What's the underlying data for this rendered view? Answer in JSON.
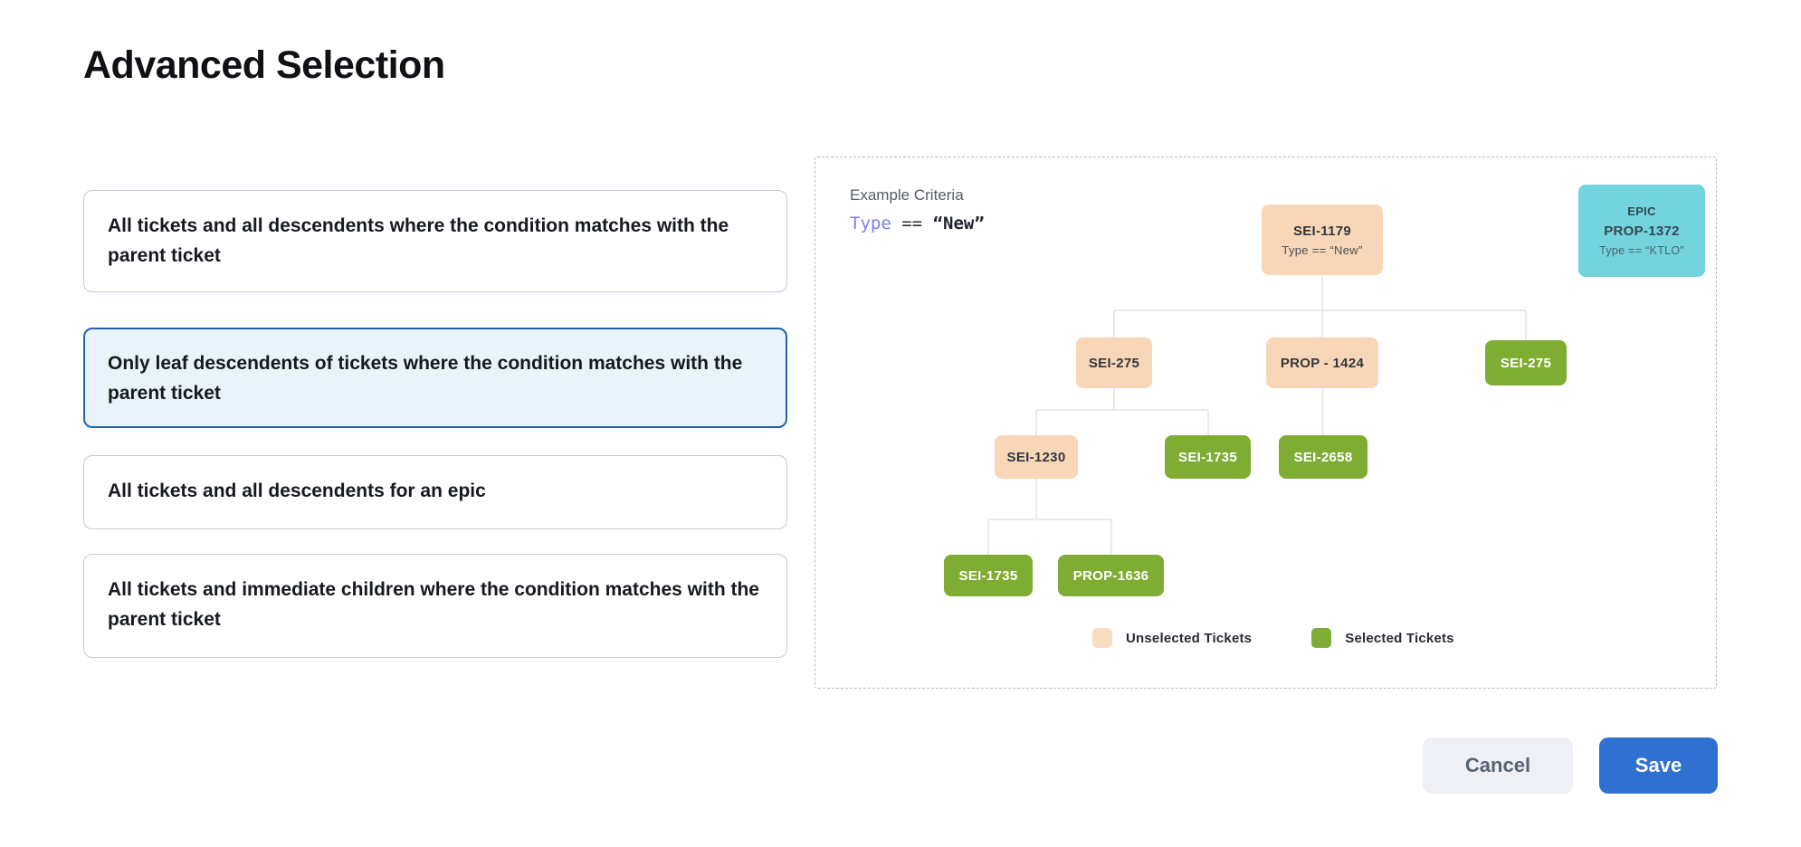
{
  "page": {
    "title": "Advanced Selection"
  },
  "options": [
    {
      "label": "All tickets and all descendents where the condition matches with the parent ticket",
      "selected": false
    },
    {
      "label": "Only leaf descendents of tickets where the condition matches with the parent ticket",
      "selected": true
    },
    {
      "label": "All tickets and all descendents for an epic",
      "selected": false
    },
    {
      "label": "All tickets and immediate children where the condition matches with the parent ticket",
      "selected": false
    }
  ],
  "example_panel": {
    "label": "Example Criteria",
    "criteria": {
      "field": "Type",
      "operator": "==",
      "value": "“New”"
    },
    "epic_card": {
      "tag": "EPIC",
      "id": "PROP-1372",
      "condition": "Type == “KTLO”"
    },
    "tree": {
      "nodes": [
        {
          "id": "SEI-1179",
          "sub": "Type == “New”",
          "state": "unselected"
        },
        {
          "id": "SEI-275",
          "state": "unselected"
        },
        {
          "id": "PROP - 1424",
          "state": "unselected"
        },
        {
          "id": "SEI-275",
          "state": "selected"
        },
        {
          "id": "SEI-1230",
          "state": "unselected"
        },
        {
          "id": "SEI-1735",
          "state": "selected"
        },
        {
          "id": "SEI-2658",
          "state": "selected"
        },
        {
          "id": "SEI-1735",
          "state": "selected"
        },
        {
          "id": "PROP-1636",
          "state": "selected"
        }
      ]
    },
    "legend": [
      {
        "label": "Unselected Tickets",
        "color": "#f8dcc0"
      },
      {
        "label": "Selected Tickets",
        "color": "#7fad33"
      }
    ]
  },
  "footer": {
    "cancel_label": "Cancel",
    "save_label": "Save"
  },
  "colors": {
    "peach_node": "#f7d7b8",
    "green_node": "#7fad33",
    "epic_cyan": "#74d4de",
    "selected_card_border": "#2262ad",
    "selected_card_bg": "#e8f3fa",
    "save_button": "#2f70d1",
    "cancel_button": "#eef0f5",
    "criteria_field": "#7a7ef0"
  }
}
